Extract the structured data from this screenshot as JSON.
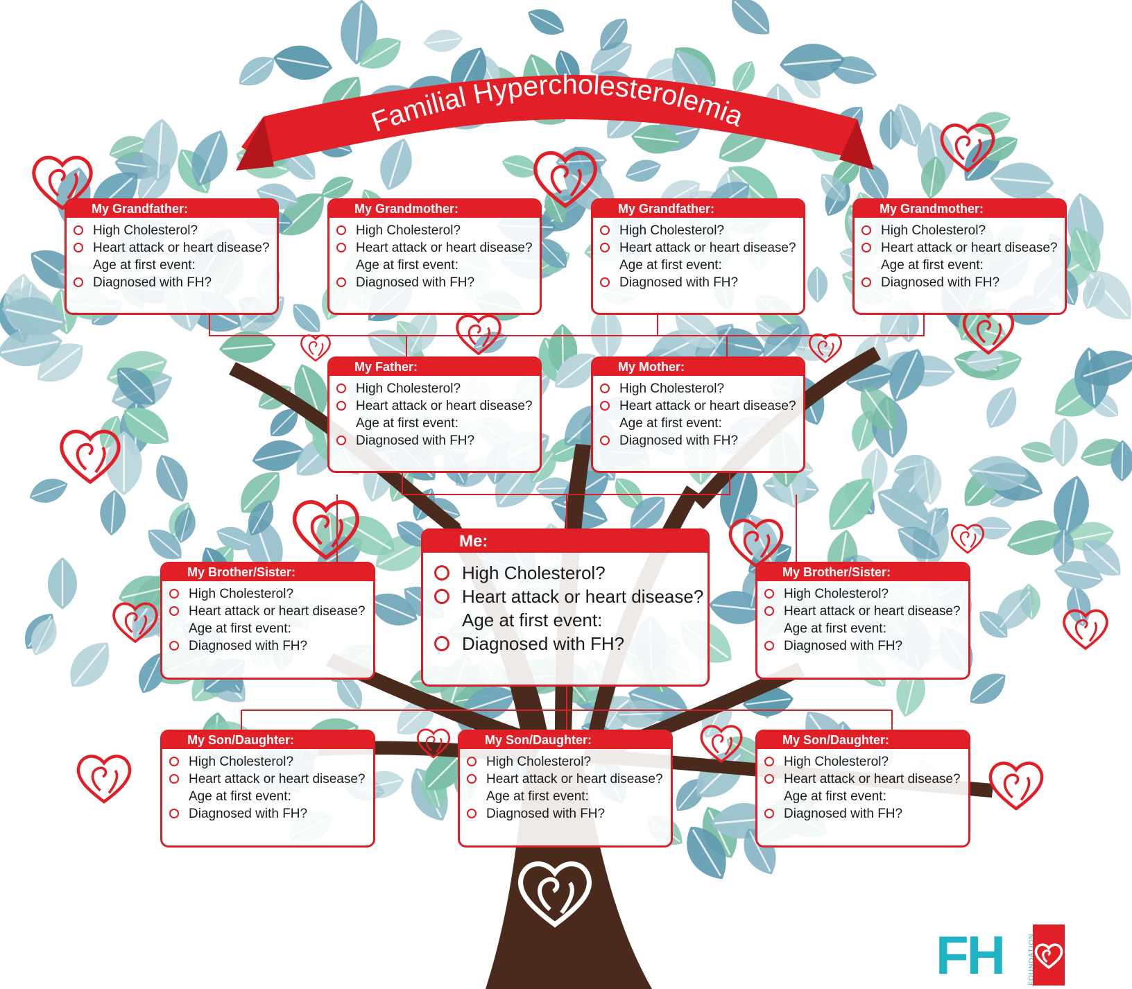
{
  "banner": {
    "title": "Familial Hypercholesterolemia"
  },
  "questions": {
    "q1": "High Cholesterol?",
    "q2": "Heart attack or heart disease?",
    "q3": "Age at first event:",
    "q4": "Diagnosed with FH?"
  },
  "cards": {
    "grandfather_1": {
      "title": "My Grandfather:"
    },
    "grandmother_1": {
      "title": "My Grandmother:"
    },
    "grandfather_2": {
      "title": "My Grandfather:"
    },
    "grandmother_2": {
      "title": "My Grandmother:"
    },
    "father": {
      "title": "My Father:"
    },
    "mother": {
      "title": "My Mother:"
    },
    "sibling_1": {
      "title": "My Brother/Sister:"
    },
    "me": {
      "title": "Me:"
    },
    "sibling_2": {
      "title": "My Brother/Sister:"
    },
    "child_1": {
      "title": "My Son/Daughter:"
    },
    "child_2": {
      "title": "My Son/Daughter:"
    },
    "child_3": {
      "title": "My Son/Daughter:"
    }
  },
  "logo": {
    "letters": "FH",
    "word": "FOUNDATION"
  },
  "colors": {
    "brand_red": "#e21e26",
    "trunk_brown": "#4a2a1d",
    "leaf_blue": "#6fa7bb",
    "leaf_green": "#7bbfa6",
    "logo_teal": "#1fb3c4"
  }
}
